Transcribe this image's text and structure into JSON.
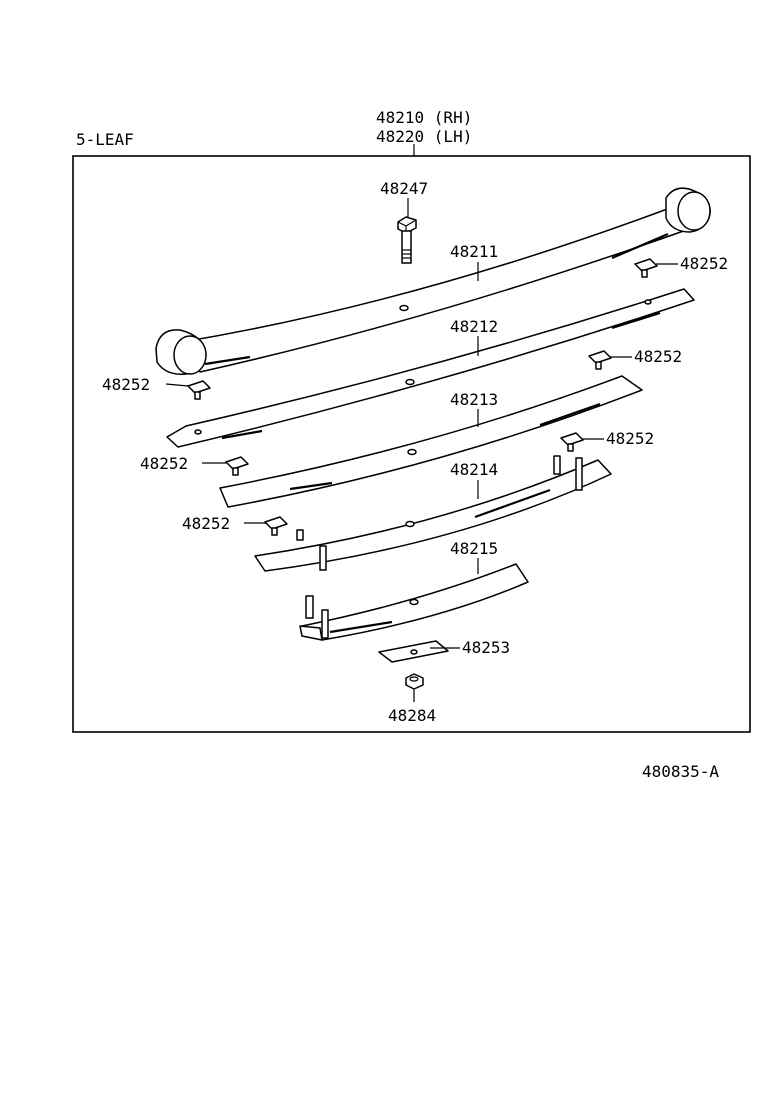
{
  "header": {
    "variant": "5-LEAF",
    "assembly_rh": "48210 (RH)",
    "assembly_lh": "48220 (LH)"
  },
  "parts": {
    "bolt": "48247",
    "leaf1": "48211",
    "leaf2": "48212",
    "leaf3": "48213",
    "leaf4": "48214",
    "leaf5": "48215",
    "clip": "48252",
    "plate": "48253",
    "nut": "48284"
  },
  "footer": {
    "code": "480835-A"
  }
}
